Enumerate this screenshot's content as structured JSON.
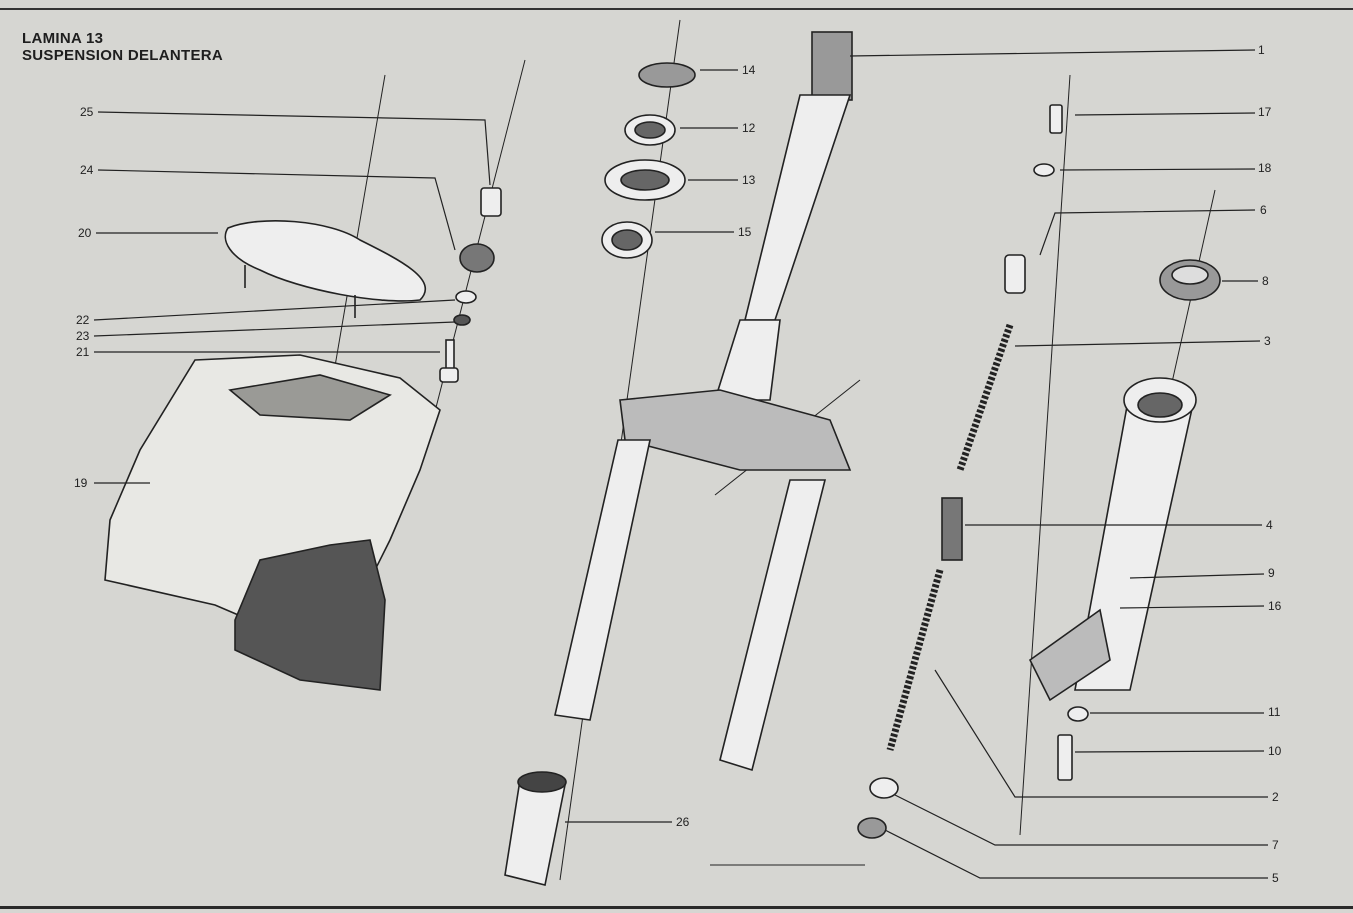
{
  "title": {
    "line1": "LAMINA 13",
    "line2": "SUSPENSION DELANTERA"
  },
  "callouts": [
    "1",
    "2",
    "3",
    "4",
    "5",
    "6",
    "7",
    "8",
    "9",
    "10",
    "11",
    "12",
    "13",
    "14",
    "15",
    "16",
    "17",
    "18",
    "19",
    "20",
    "21",
    "22",
    "23",
    "24",
    "25",
    "26"
  ],
  "colors": {
    "paper": "#d6d6d2",
    "ink": "#222222"
  }
}
